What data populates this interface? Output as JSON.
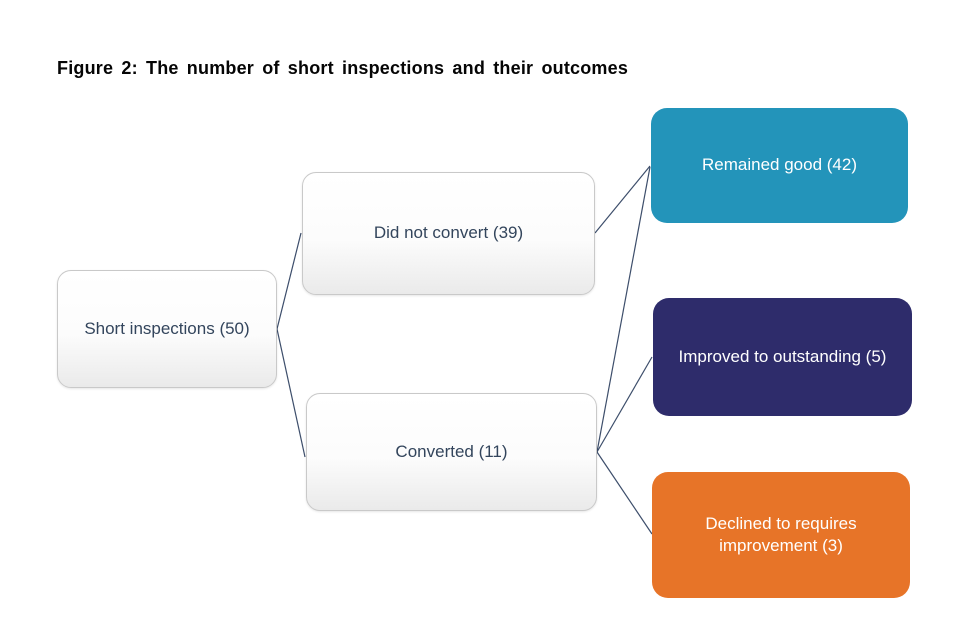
{
  "title": "Figure 2: The number of short inspections and their outcomes",
  "nodes": {
    "short_inspections": {
      "label": "Short inspections (50)"
    },
    "did_not_convert": {
      "label": "Did not convert (39)"
    },
    "converted": {
      "label": "Converted (11)"
    },
    "remained_good": {
      "label": "Remained good (42)",
      "color": "#2394ba"
    },
    "improved_to_outstanding": {
      "label": "Improved to outstanding (5)",
      "color": "#2e2c6b"
    },
    "declined_to_requires_improvement": {
      "label": "Declined to requires improvement (3)",
      "color": "#e77428"
    }
  },
  "edges": [
    {
      "from": "short_inspections",
      "to": "did_not_convert"
    },
    {
      "from": "short_inspections",
      "to": "converted"
    },
    {
      "from": "did_not_convert",
      "to": "remained_good"
    },
    {
      "from": "converted",
      "to": "remained_good"
    },
    {
      "from": "converted",
      "to": "improved_to_outstanding"
    },
    {
      "from": "converted",
      "to": "declined_to_requires_improvement"
    }
  ],
  "colors": {
    "connector": "#3d4e6b",
    "light_node_text": "#33455c",
    "title_text": "#050505"
  }
}
